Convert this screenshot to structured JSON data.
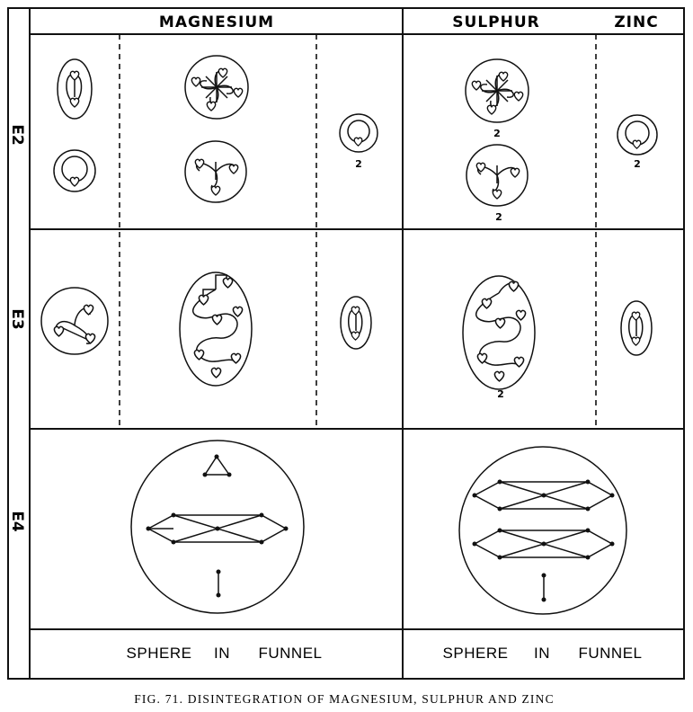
{
  "headers": {
    "magnesium": "MAGNESIUM",
    "sulphur": "SULPHUR",
    "zinc": "ZINC"
  },
  "rows": {
    "e2": "E2",
    "e3": "E3",
    "e4": "E4"
  },
  "footer": {
    "left": [
      "SPHERE",
      "IN",
      "FUNNEL"
    ],
    "right": [
      "SPHERE",
      "IN",
      "FUNNEL"
    ]
  },
  "counts": {
    "mg_e2_single": "2",
    "s_e2_star": "2",
    "s_e2_tri": "2",
    "zn_e2_single": "2",
    "s_e3_oval": "2"
  },
  "caption": "FIG.  71.  DISINTEGRATION  OF  MAGNESIUM,  SULPHUR  AND  ZINC"
}
